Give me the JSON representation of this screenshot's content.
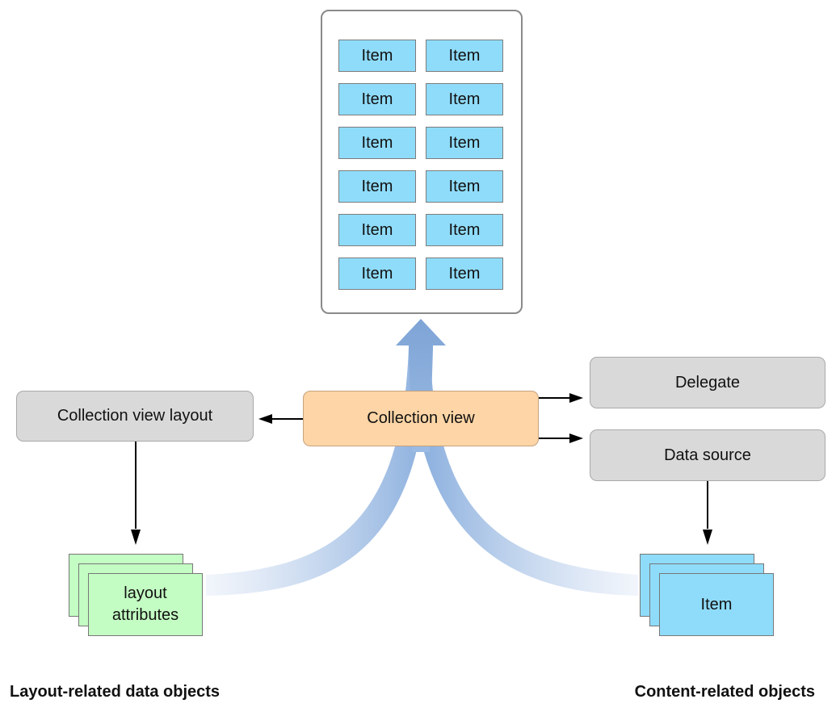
{
  "collection_view": {
    "items": [
      "Item",
      "Item",
      "Item",
      "Item",
      "Item",
      "Item",
      "Item",
      "Item",
      "Item",
      "Item",
      "Item",
      "Item"
    ]
  },
  "nodes": {
    "collection_view": "Collection view",
    "layout": "Collection view layout",
    "delegate": "Delegate",
    "data_source": "Data source"
  },
  "stacks": {
    "layout_attributes": [
      "layout",
      "attributes"
    ],
    "item": "Item"
  },
  "captions": {
    "left": "Layout-related data objects",
    "right": "Content-related objects"
  },
  "colors": {
    "item_fill": "#8fdcfa",
    "collection_view_fill": "#fdd5a6",
    "gray_box_fill": "#d9d9d9",
    "layout_attr_fill": "#c3fdc3",
    "flow_arrow": "#7fa6d8"
  }
}
